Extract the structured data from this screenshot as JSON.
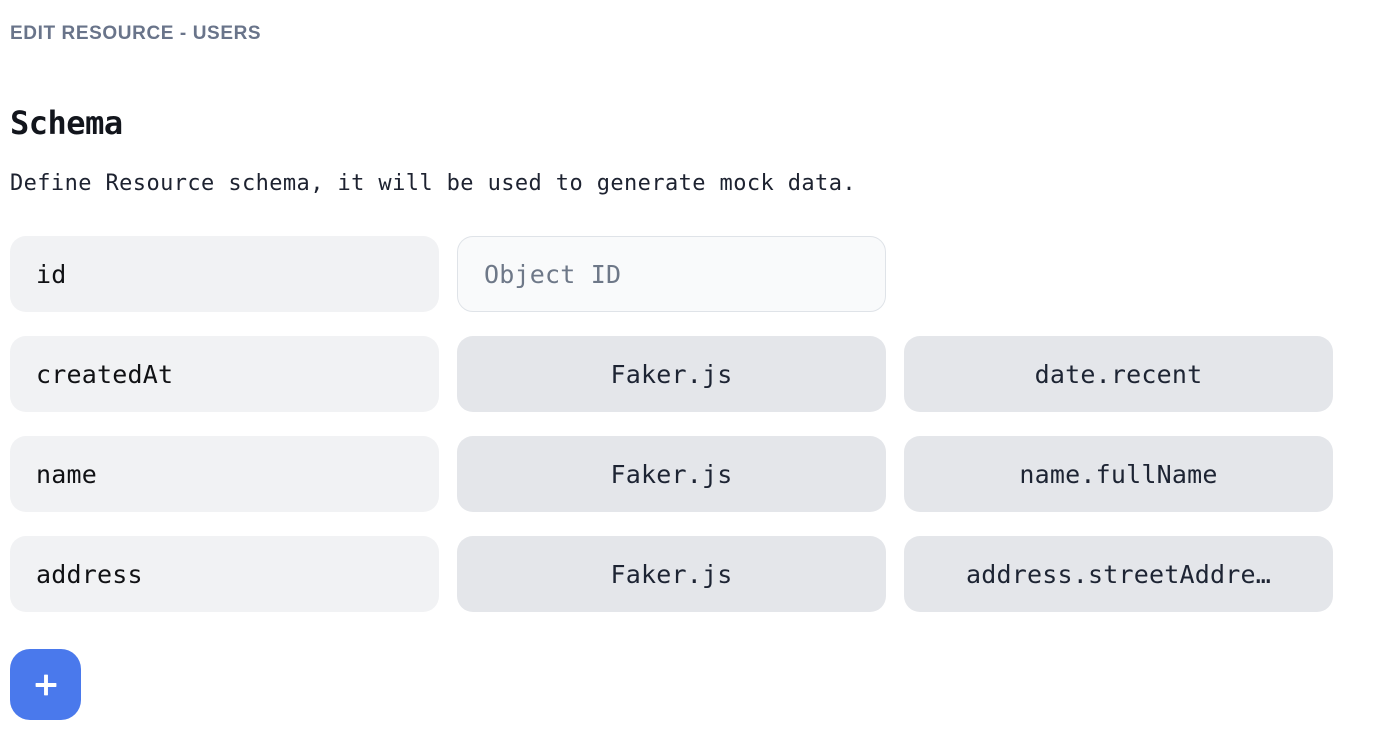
{
  "eyebrow": "EDIT RESOURCE - USERS",
  "section": {
    "title": "Schema",
    "description": "Define Resource schema, it will be used to generate mock data."
  },
  "colors": {
    "accent": "#4a79ec",
    "eyebrow_text": "#69748a",
    "name_cell_bg": "#f1f2f4",
    "value_cell_bg": "#e4e6ea",
    "input_bg": "#f9fafb",
    "input_border": "#dfe3e8",
    "placeholder_text": "#6e7888",
    "body_text": "#1d2230"
  },
  "schema": {
    "rows": [
      {
        "field": "id",
        "generator": "",
        "method": "",
        "input_placeholder": "Object ID",
        "kind": "input"
      },
      {
        "field": "createdAt",
        "generator": "Faker.js",
        "method": "date.recent",
        "kind": "generated"
      },
      {
        "field": "name",
        "generator": "Faker.js",
        "method": "name.fullName",
        "kind": "generated"
      },
      {
        "field": "address",
        "generator": "Faker.js",
        "method": "address.streetAddre…",
        "kind": "generated"
      }
    ]
  },
  "add_button": {
    "icon": "plus-icon",
    "label": ""
  }
}
